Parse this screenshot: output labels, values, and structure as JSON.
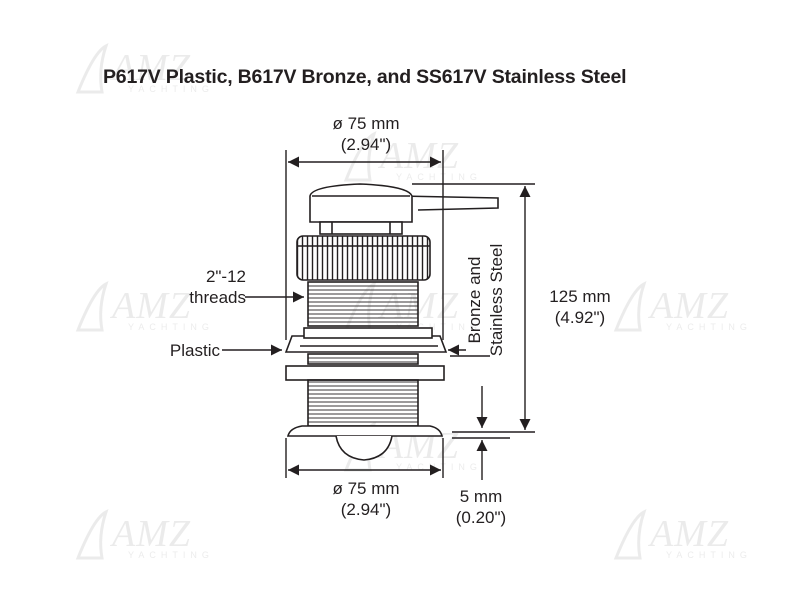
{
  "title": "P617V Plastic, B617V Bronze, and SS617V Stainless Steel",
  "dimensions": {
    "top_diameter": {
      "metric": "ø 75 mm",
      "imperial": "(2.94\")"
    },
    "bottom_diameter": {
      "metric": "ø 75 mm",
      "imperial": "(2.94\")"
    },
    "overall_height": {
      "metric": "125 mm",
      "imperial": "(4.92\")"
    },
    "protrusion": {
      "metric": "5 mm",
      "imperial": "(0.20\")"
    }
  },
  "callouts": {
    "threads_line1": "2\"-12",
    "threads_line2": "threads",
    "plastic": "Plastic",
    "bronze_ss_line1": "Bronze and",
    "bronze_ss_line2": "Stainless Steel"
  },
  "watermark": {
    "brand": "AMZ",
    "sub": "YACHTING"
  },
  "colors": {
    "line": "#231f20",
    "watermark": "#8a8a8a",
    "background": "#ffffff"
  }
}
